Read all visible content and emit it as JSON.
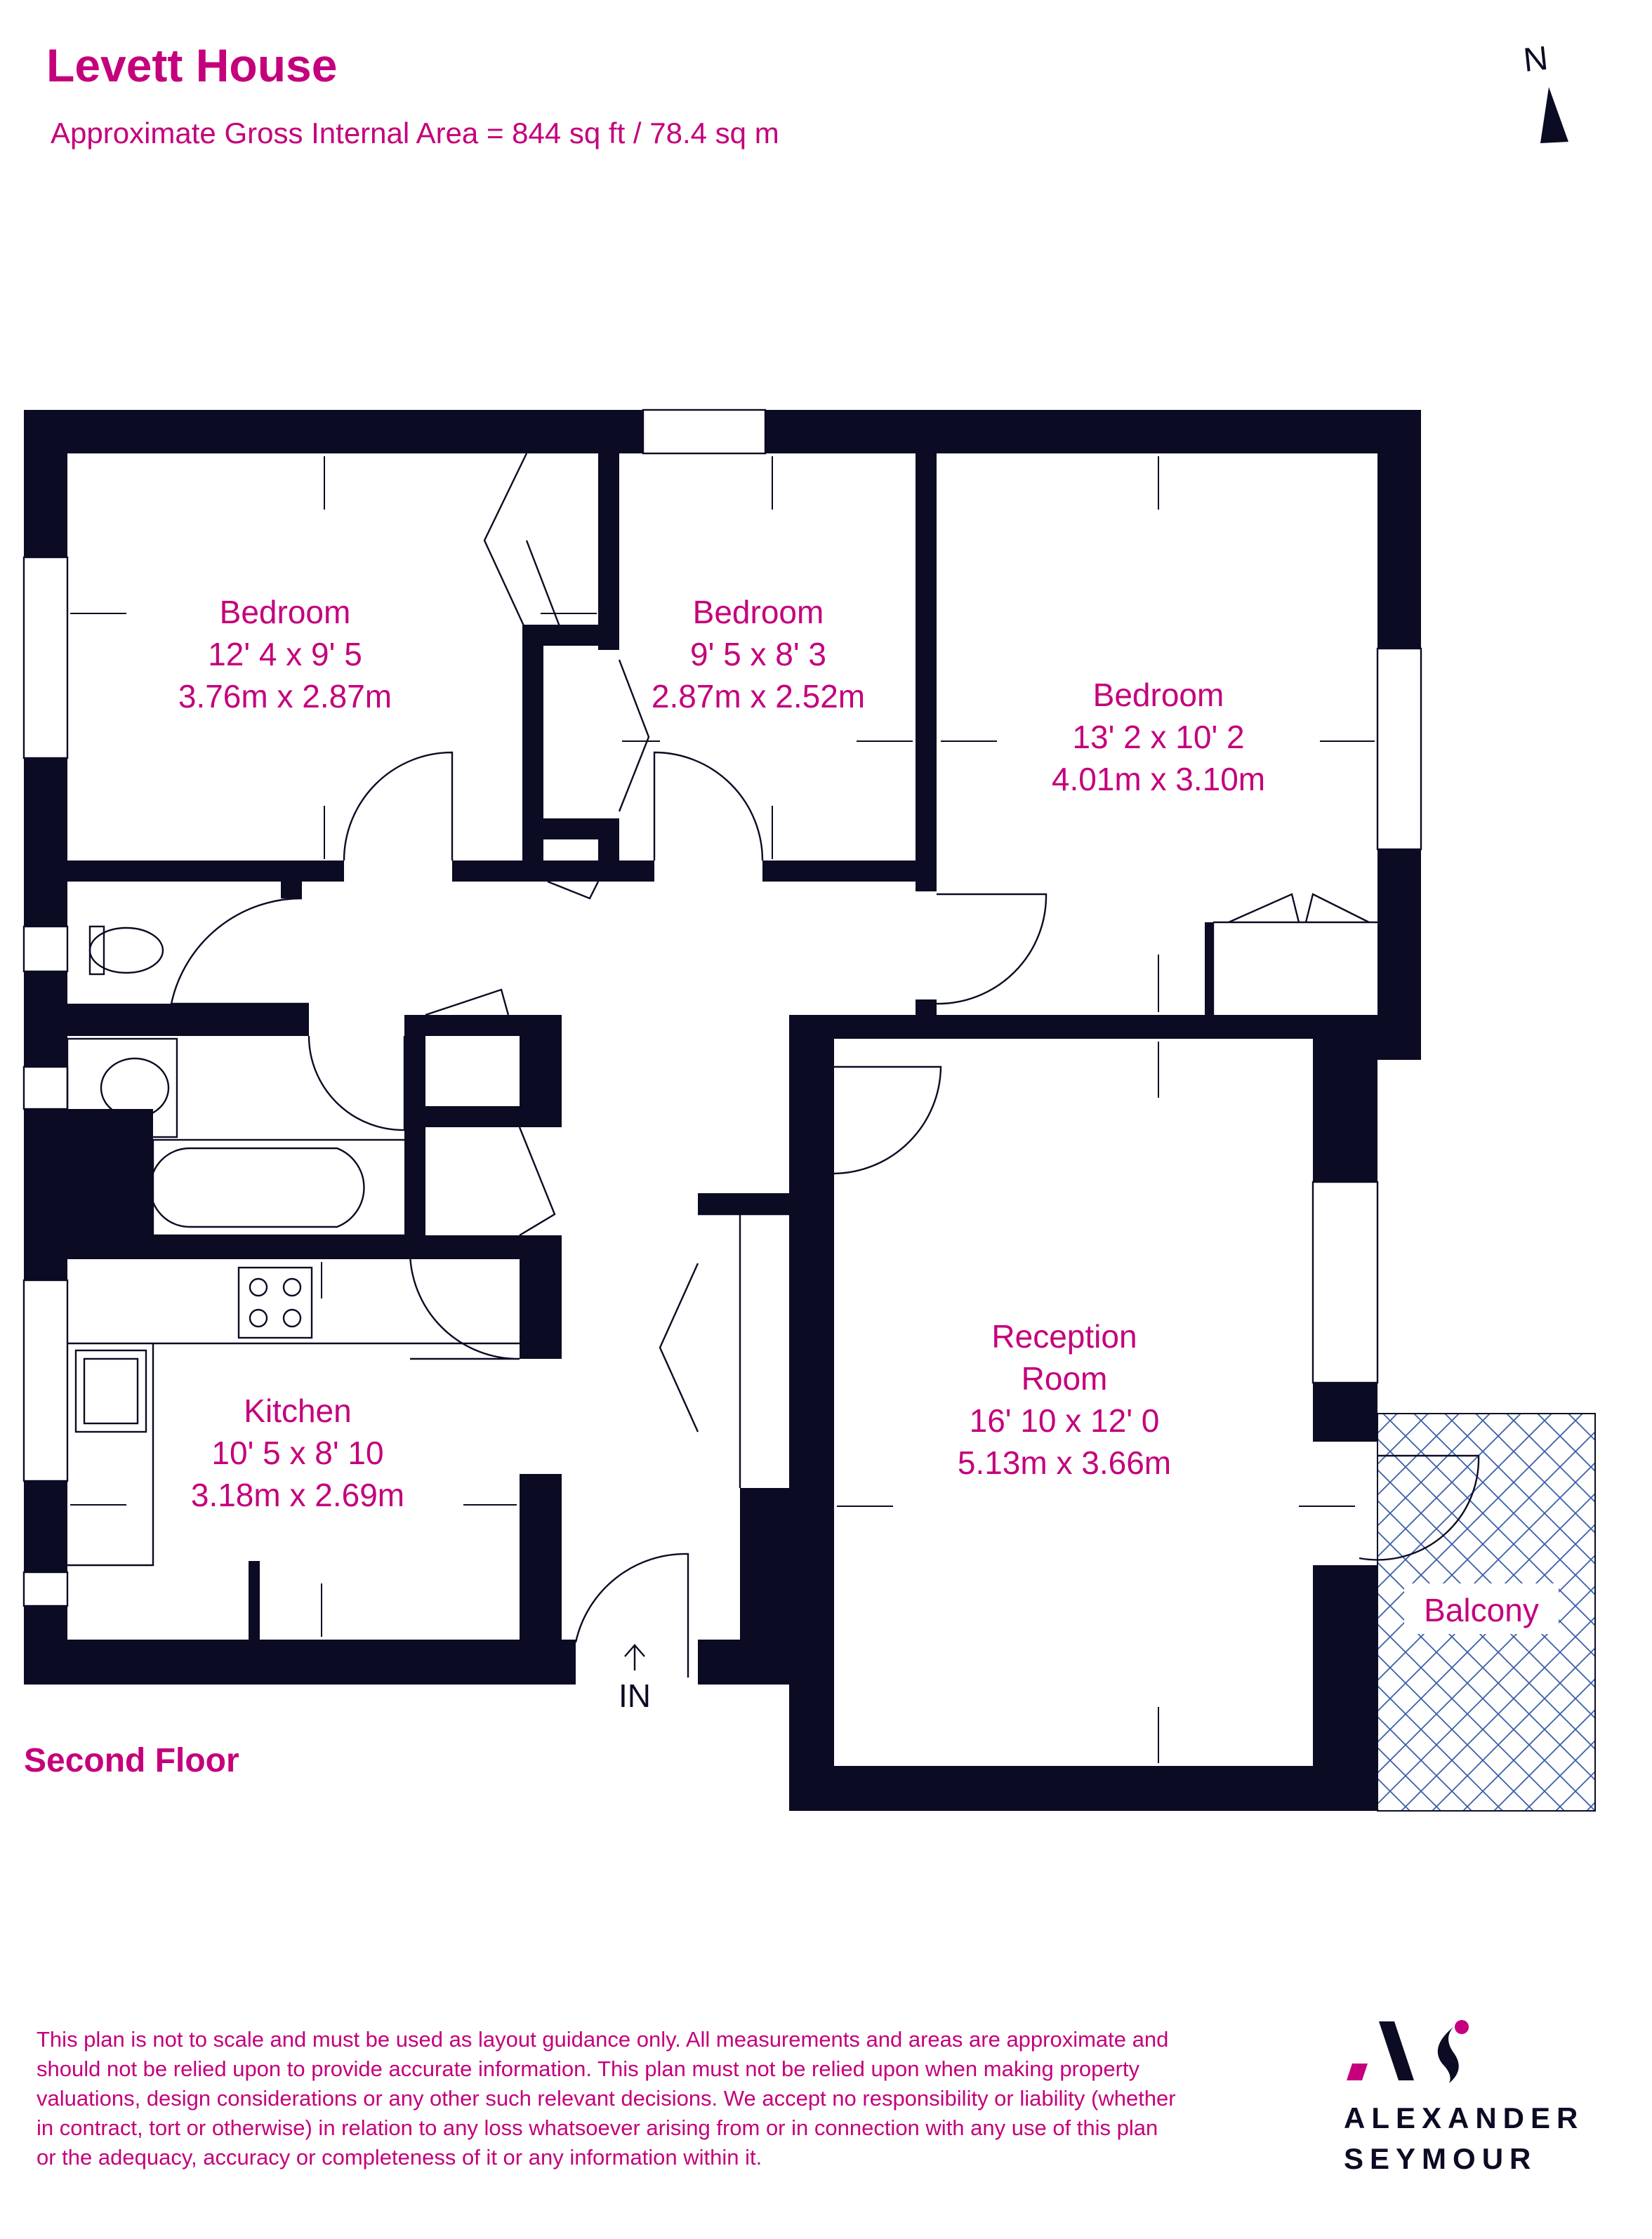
{
  "header": {
    "title": "Levett House",
    "area": "Approximate Gross Internal Area = 844 sq ft / 78.4 sq m",
    "north_label": "N"
  },
  "rooms": [
    {
      "name": "Bedroom",
      "imperial": "12' 4 x 9' 5",
      "metric": "3.76m x 2.87m"
    },
    {
      "name": "Bedroom",
      "imperial": "9' 5 x 8' 3",
      "metric": "2.87m x 2.52m"
    },
    {
      "name": "Bedroom",
      "imperial": "13' 2 x 10' 2",
      "metric": "4.01m x 3.10m"
    },
    {
      "name": "Kitchen",
      "imperial": "10' 5 x 8' 10",
      "metric": "3.18m x 2.69m"
    },
    {
      "name_line1": "Reception",
      "name_line2": "Room",
      "imperial": "16' 10 x 12' 0",
      "metric": "5.13m x 3.66m"
    },
    {
      "name": "Balcony"
    }
  ],
  "entrance_label": "IN",
  "floor_label": "Second Floor",
  "disclaimer": [
    "This plan is not to scale and must be used as layout guidance only. All measurements and areas are approximate and",
    "should not be relied upon to provide accurate information. This plan must not be relied upon when making property",
    "valuations, design considerations or any other such relevant decisions. We accept no responsibility or liability (whether",
    "in contract, tort or otherwise) in relation to any loss whatsoever arising from or in connection with any use of this plan",
    "or the adequacy, accuracy or completeness of it or any information within it."
  ],
  "logo": {
    "line1": "ALEXANDER",
    "line2": "SEYMOUR"
  },
  "colors": {
    "accent": "#c4007c",
    "walls": "#0b0b24",
    "balcony_hatch": "#3b5fa8"
  }
}
